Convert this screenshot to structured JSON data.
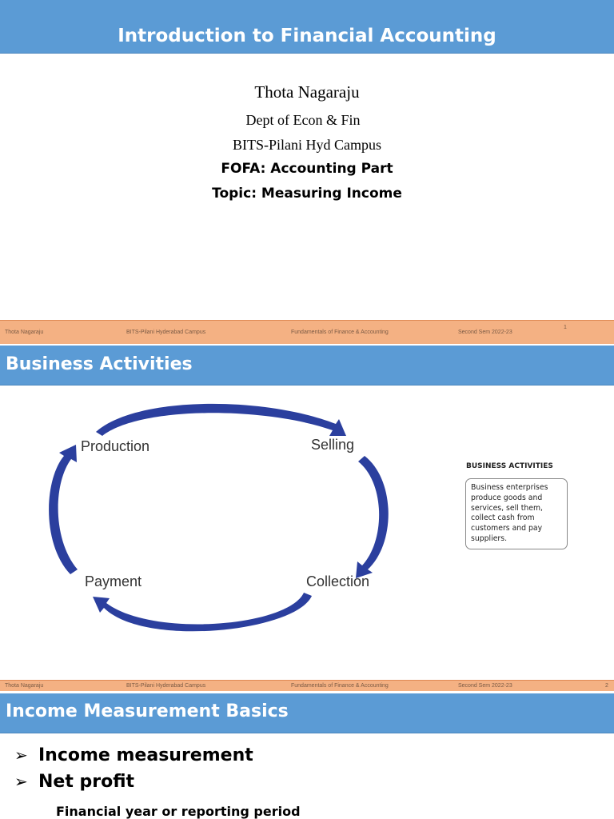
{
  "slide1": {
    "title": "Introduction to Financial Accounting",
    "author": "Thota Nagaraju",
    "department": "Dept of Econ & Fin",
    "campus": "BITS-Pilani Hyd Campus",
    "course": "FOFA: Accounting Part",
    "topic": "Topic: Measuring Income"
  },
  "footer": {
    "author": "Thota Nagaraju",
    "institution": "BITS-Pilani Hyderabad Campus",
    "course": "Fundamentals of Finance & Accounting",
    "semester": "Second Sem 2022-23",
    "page1": "1",
    "page2": "2"
  },
  "slide2": {
    "title": "Business Activities",
    "cycle": {
      "production": "Production",
      "selling": "Selling",
      "collection": "Collection",
      "payment": "Payment"
    },
    "sidebar_heading": "BUSINESS ACTIVITIES",
    "sidebar_text": "Business enterprises produce goods and services, sell them, collect cash from customers and pay suppliers.",
    "arrow_color": "#2b3f9e"
  },
  "slide3": {
    "title": "Income Measurement Basics",
    "bullets": [
      "Income measurement",
      "Net profit"
    ],
    "sub_item": "Financial year or reporting period"
  }
}
